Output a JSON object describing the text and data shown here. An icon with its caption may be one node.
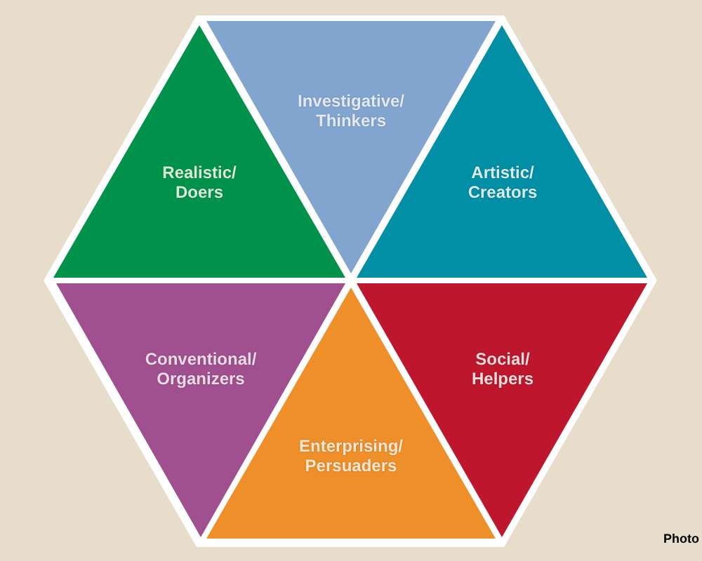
{
  "diagram": {
    "nodes": [
      {
        "text": [
          "Realistic/ Doers"
        ]
      },
      {
        "text": [
          "Investigative/ Thinkers"
        ]
      },
      {
        "text": [
          "Artistic/ Creators"
        ]
      },
      {
        "text": [
          "Conventional/ Organizers"
        ]
      },
      {
        "text": [
          "Enterprising/ Persuaders"
        ]
      },
      {
        "text": [
          "Social/ Helpers"
        ]
      }
    ],
    "labels": [
      "Photo"
    ]
  }
}
